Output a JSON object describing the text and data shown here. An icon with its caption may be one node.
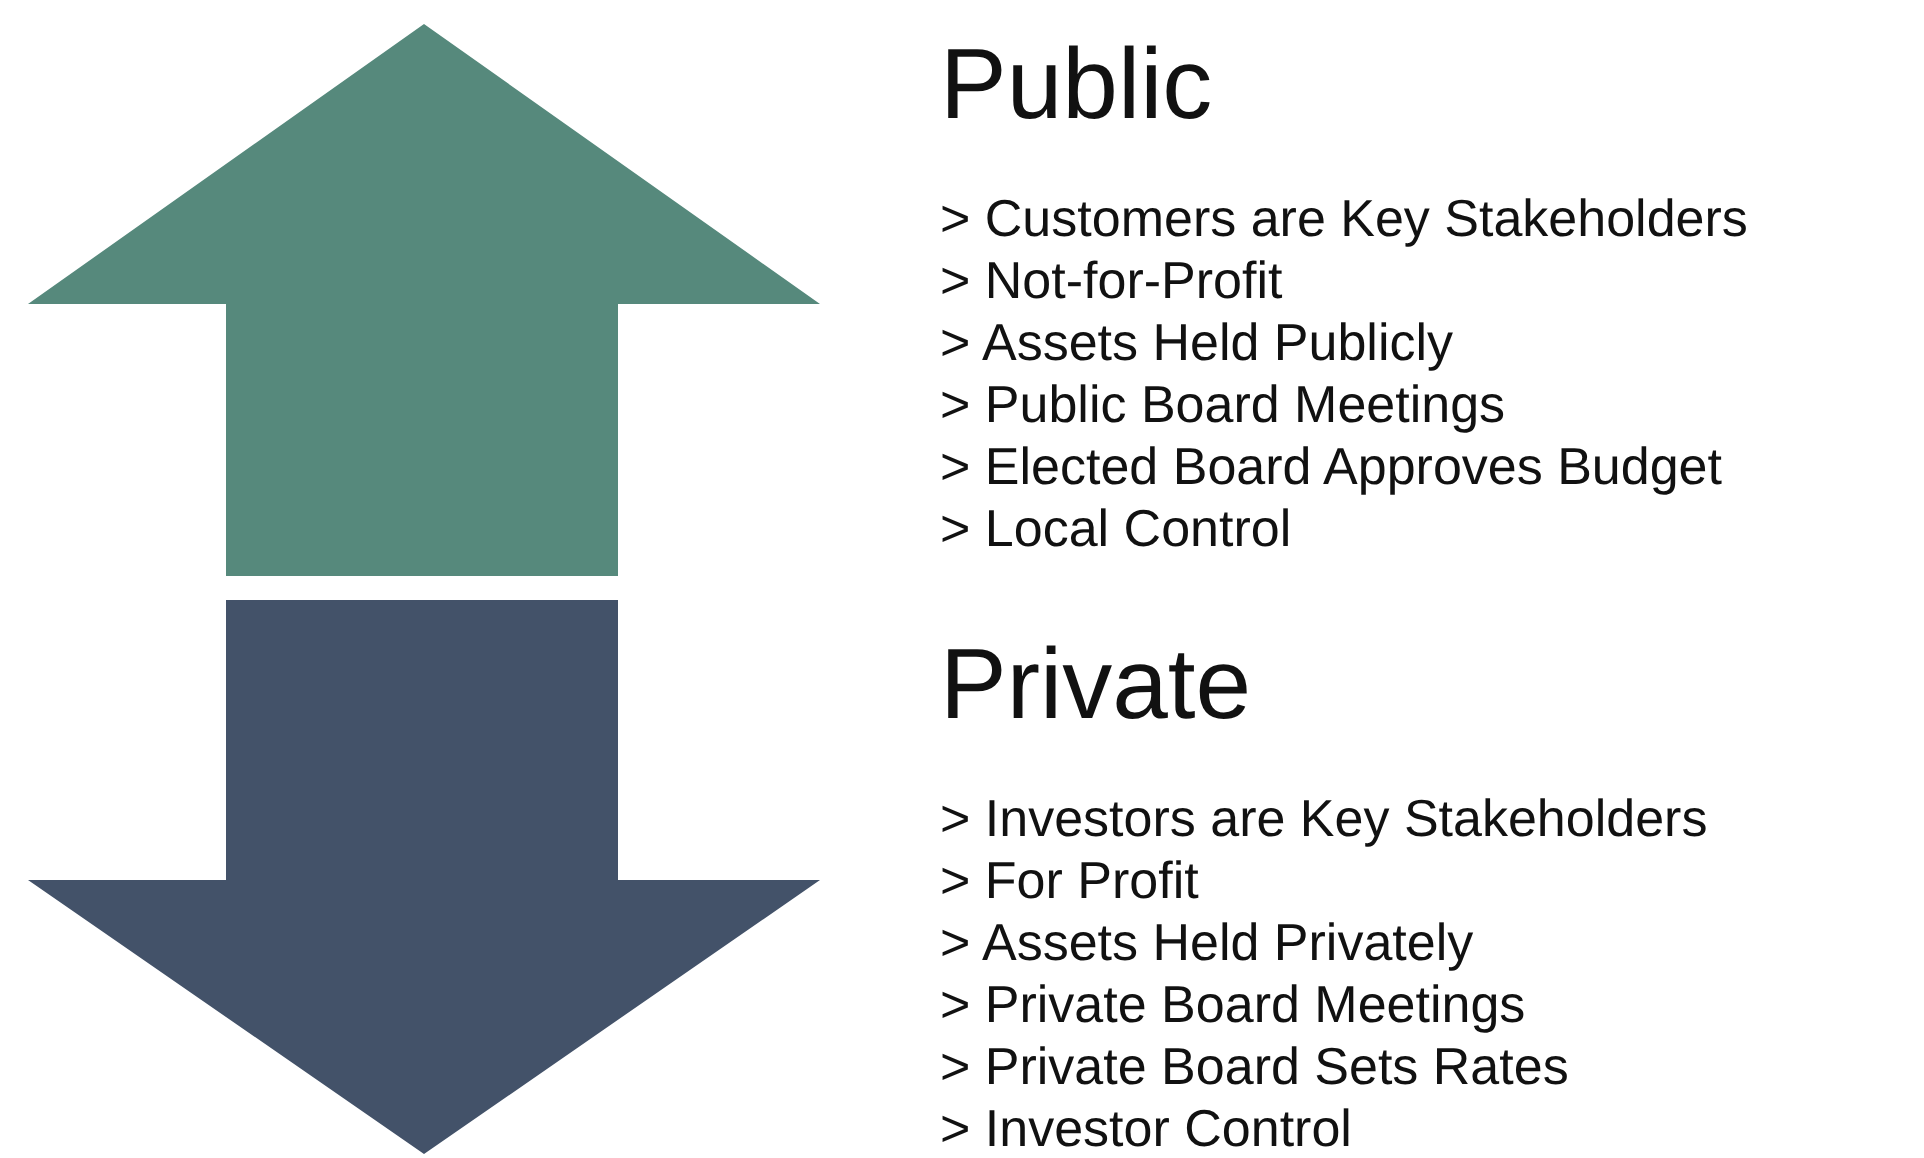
{
  "diagram": {
    "labels": [
      "Public",
      "> Customers are Key Stakeholders",
      "> Not-for-Profit",
      "> Assets Held Publicly",
      "> Public Board Meetings",
      "> Elected Board Approves Budget",
      "> Local Control",
      "Private",
      "> Investors are Key Stakeholders",
      "> For Profit",
      "> Assets Held Privately",
      "> Private Board Meetings",
      "> Private Board Sets Rates",
      "> Investor Control"
    ]
  }
}
